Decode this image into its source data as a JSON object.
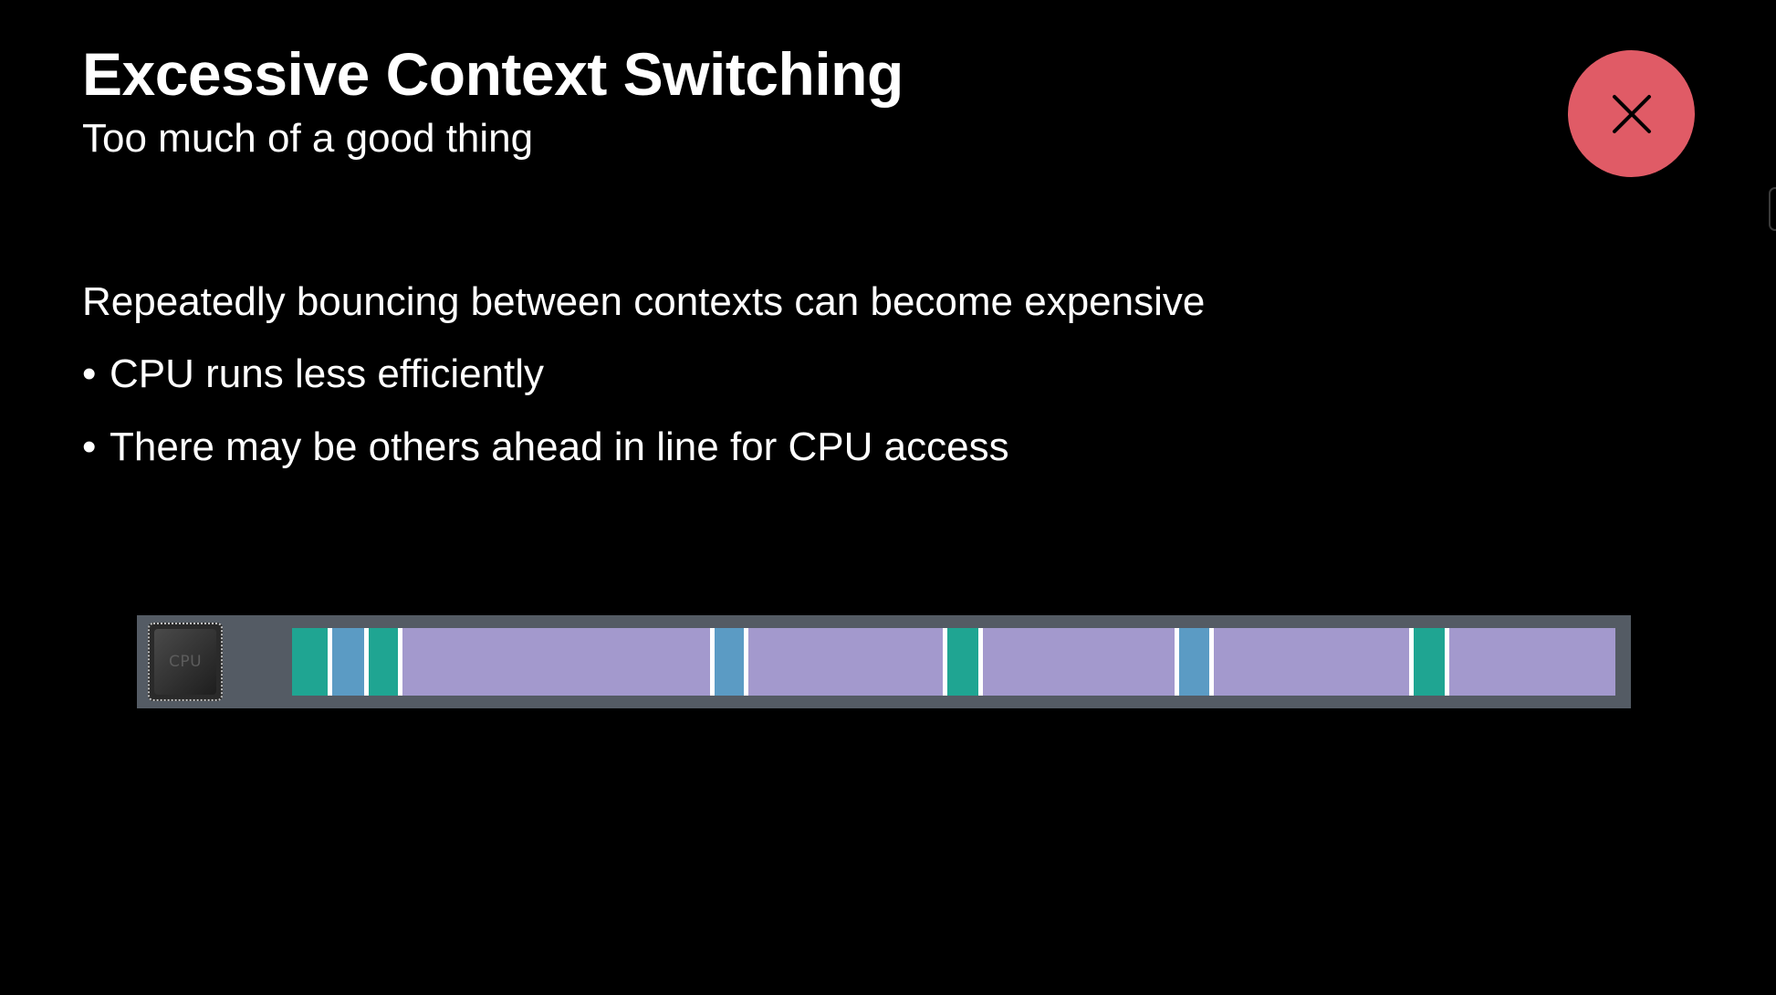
{
  "slide": {
    "title": "Excessive Context Switching",
    "subtitle": "Too much of a good thing",
    "lead": "Repeatedly bouncing between contexts can become expensive",
    "bullets": [
      "CPU runs less efficiently",
      "There may be others ahead in line for CPU access"
    ],
    "bullet_glyph": "•",
    "badge": {
      "icon": "close-icon",
      "color": "#e05b66"
    }
  },
  "timeline": {
    "cpu_label": "CPU",
    "colors": {
      "green": "#1fa592",
      "blue": "#5b9bc4",
      "purple": "#a399cd",
      "separator": "#ffffff",
      "bar_background": "#545b64"
    },
    "segments": [
      {
        "kind": "green",
        "duration": 40
      },
      {
        "kind": "blue",
        "duration": 38
      },
      {
        "kind": "green",
        "duration": 36
      },
      {
        "kind": "purple",
        "duration": 330
      },
      {
        "kind": "blue",
        "duration": 36
      },
      {
        "kind": "purple",
        "duration": 210
      },
      {
        "kind": "green",
        "duration": 38
      },
      {
        "kind": "purple",
        "duration": 208
      },
      {
        "kind": "blue",
        "duration": 36
      },
      {
        "kind": "purple",
        "duration": 212
      },
      {
        "kind": "green",
        "duration": 37
      },
      {
        "kind": "purple",
        "duration": 179
      }
    ]
  }
}
